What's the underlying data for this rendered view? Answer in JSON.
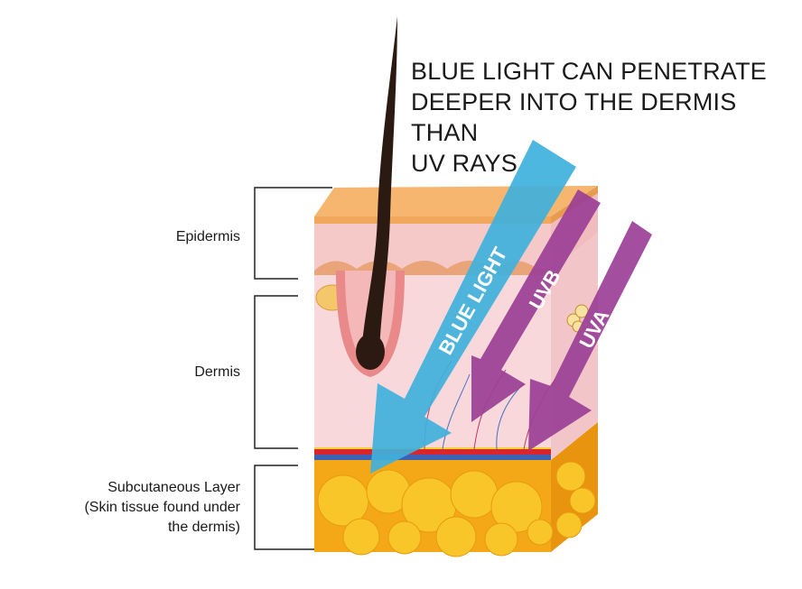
{
  "headline": {
    "line1": "BLUE LIGHT CAN PENETRATE",
    "line2": "DEEPER INTO THE DERMIS THAN",
    "line3": "UV RAYS"
  },
  "layers": {
    "epidermis": "Epidermis",
    "dermis": "Dermis",
    "subcutaneous": {
      "line1": "Subcutaneous Layer",
      "line2": "(Skin tissue found under",
      "line3": "the dermis)"
    }
  },
  "arrows": {
    "blue_light": "BLUE LIGHT",
    "uvb": "UVB",
    "uva": "UVA"
  },
  "colors": {
    "blue_light": "#3fb1dc",
    "uv": "#9b3f96",
    "fat": "#f6b51b",
    "dermis": "#f7d7d8",
    "epidermis_top": "#f5b36c"
  }
}
